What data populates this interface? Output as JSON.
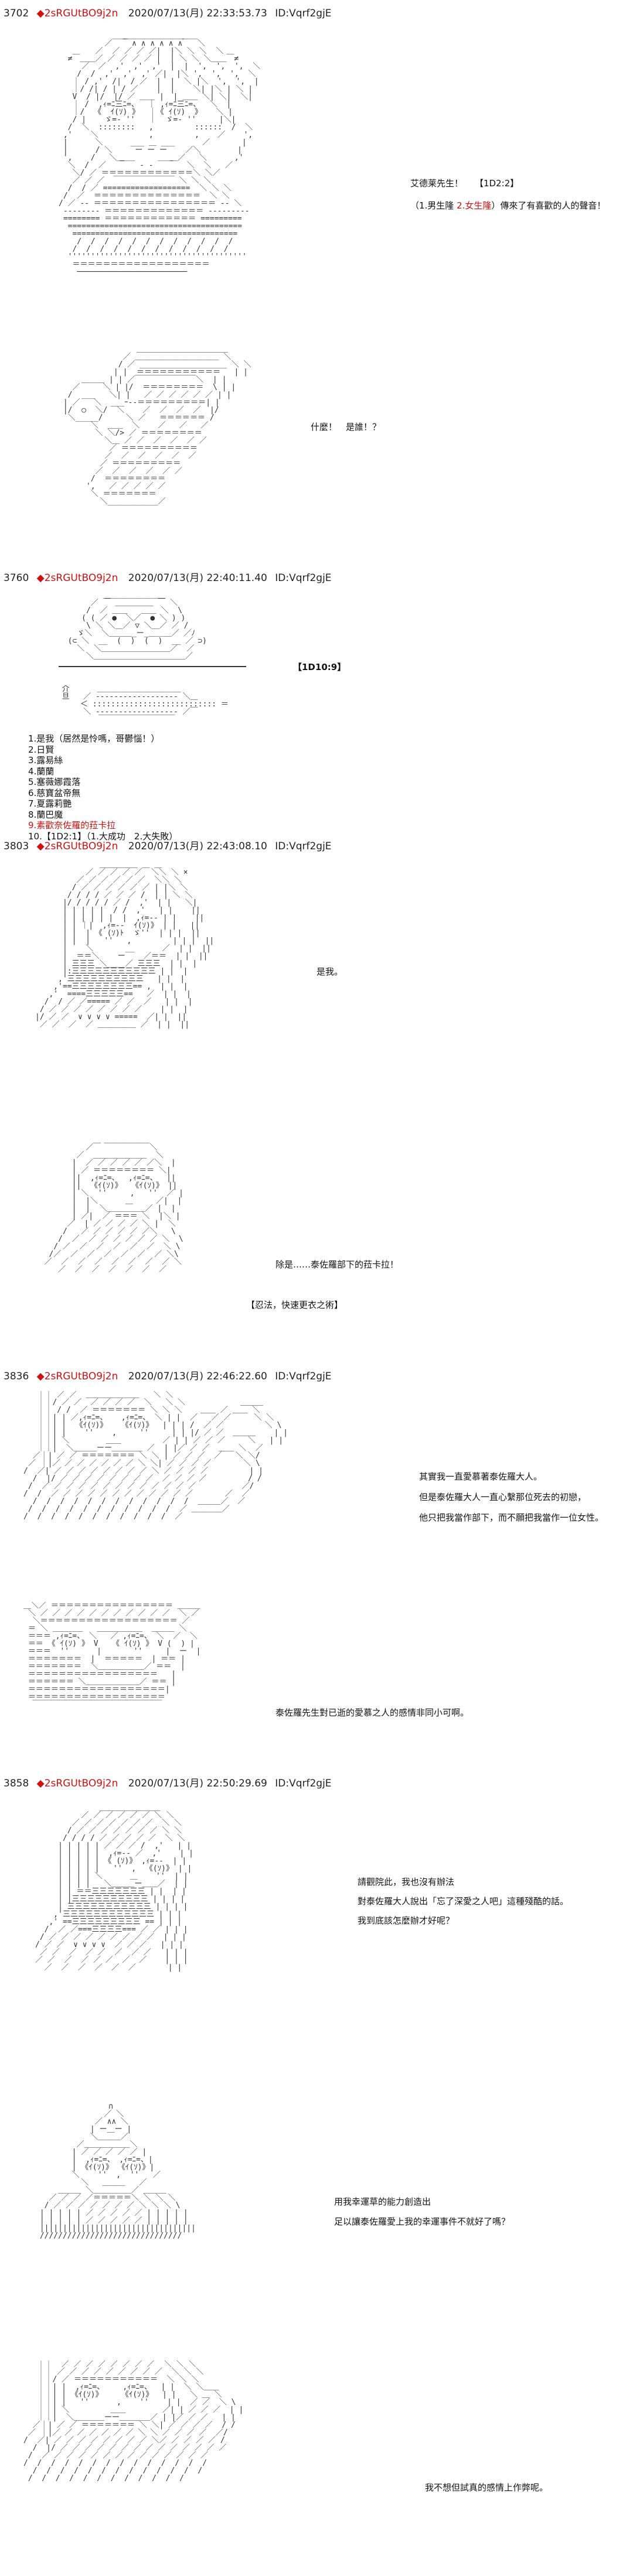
{
  "posts": [
    {
      "number": "3702",
      "trip": "◆2sRGUtBO9j2n",
      "date": "2020/07/13(月) 22:33:53.73",
      "id": "ID:Vqrf2gjE",
      "texts": {
        "a": "艾德莱先生！",
        "b": "【1D2:2】",
        "c1": "（1.男生隆",
        "c2": "2.女生隆",
        "c3": "）傳來了有喜歡的人的聲音！",
        "d": "什麼！　是誰！？"
      }
    },
    {
      "number": "3760",
      "trip": "◆2sRGUtBO9j2n",
      "date": "2020/07/13(月) 22:40:11.40",
      "id": "ID:Vqrf2gjE",
      "dice": "【1D10:9】",
      "list": [
        "1.是我（居然是怜嗎，哥鬱惱！）",
        "2.日賢",
        "3.露易絲",
        "4.蘭蘭",
        "5.塞薇娜霞落",
        "6.慈寶盆帝無",
        "7.夏露莉艷",
        "8.蘭巴魔",
        "9.素歡奈佐羅的菈卡拉",
        "10.【1D2:1】（1.大成功　2.大失敗）"
      ]
    },
    {
      "number": "3803",
      "trip": "◆2sRGUtBO9j2n",
      "date": "2020/07/13(月) 22:43:08.10",
      "id": "ID:Vqrf2gjE",
      "texts": {
        "a": "是我。",
        "b": "除是……泰佐羅部下的菈卡拉！",
        "c": "【忍法，快速更衣之術】"
      }
    },
    {
      "number": "3836",
      "trip": "◆2sRGUtBO9j2n",
      "date": "2020/07/13(月) 22:46:22.60",
      "id": "ID:Vqrf2gjE",
      "texts": {
        "a": "其實我一直愛慕著泰佐羅大人。",
        "b": "但是泰佐羅大人一直心繫那位死去的初戀，",
        "c": "他只把我當作部下，而不願把我當作一位女性。",
        "d": "泰佐羅先生對已逝的愛慕之人的感情非同小可啊。"
      }
    },
    {
      "number": "3858",
      "trip": "◆2sRGUtBO9j2n",
      "date": "2020/07/13(月) 22:50:29.69",
      "id": "ID:Vqrf2gjE",
      "texts": {
        "a": "請觀院此，我也沒有辦法",
        "b": "對泰佐羅大人說出「忘了深愛之人吧」這種殘酷的話。",
        "c": "我到底該怎麼辦才好呢？",
        "d": "用我幸運草的能力創造出",
        "e": "足以讓泰佐羅愛上我的幸運事件不就好了嗎？",
        "f": "我不想但試真的感情上作弊呢。"
      }
    }
  ]
}
